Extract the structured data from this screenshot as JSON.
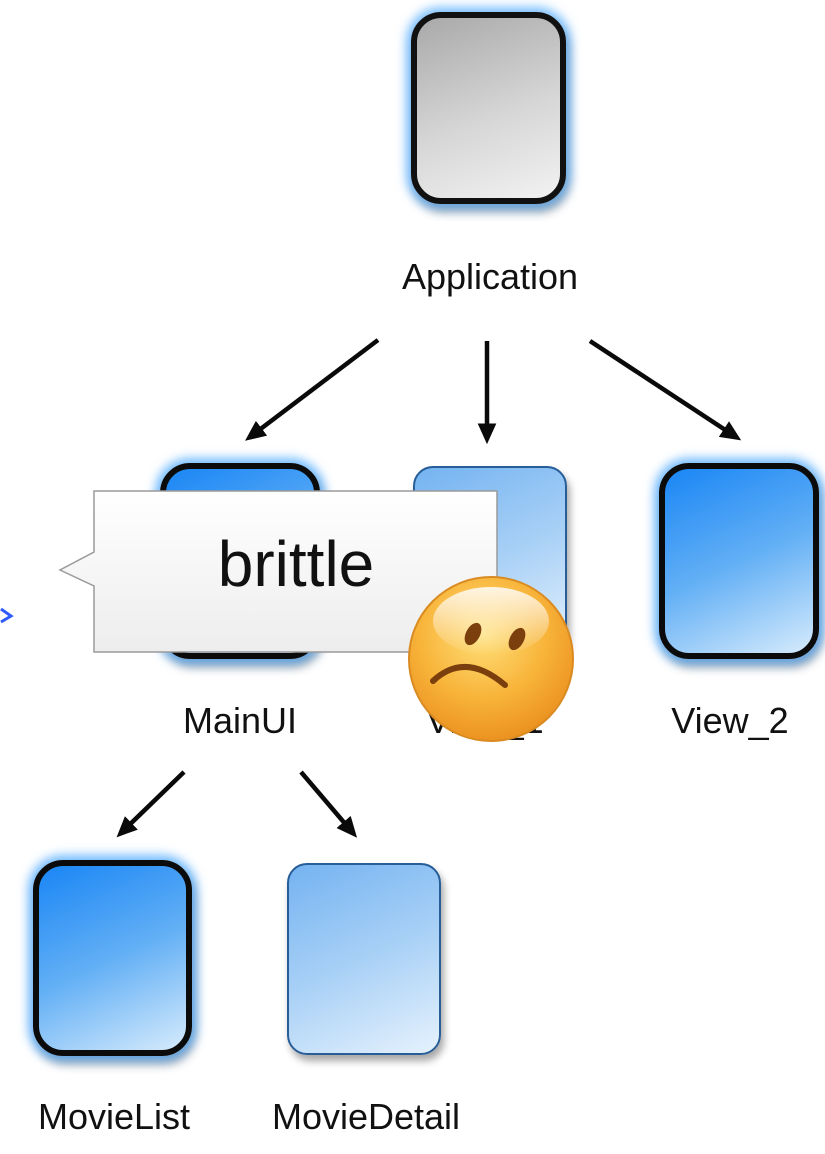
{
  "nodes": {
    "application": {
      "label": "Application"
    },
    "main_ui": {
      "label": "MainUI"
    },
    "view_1": {
      "label": "View_1"
    },
    "view_2": {
      "label": "View_2"
    },
    "movie_list": {
      "label": "MovieList"
    },
    "movie_detail": {
      "label": "MovieDetail"
    }
  },
  "callout": {
    "text": "brittle"
  },
  "icons": {
    "sad_face": "sad-face-emoji",
    "offscreen_arrow": "chevron-right-icon"
  },
  "colors": {
    "glow": "#46a5ff",
    "node_blue": "#1a86f5",
    "node_gray": "#a9a9a9",
    "emoji_yellow": "#f6b52f"
  }
}
